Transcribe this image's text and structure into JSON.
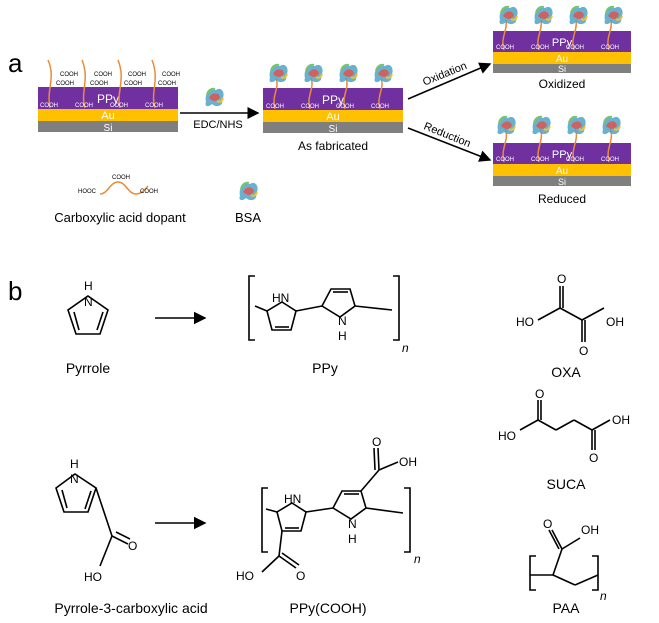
{
  "panel_a": {
    "label": "a",
    "layers": {
      "ppy": "PPy",
      "au": "Au",
      "si": "Si"
    },
    "cooh": "COOH",
    "reagent": "EDC/NHS",
    "as_fabricated": "As fabricated",
    "oxidation_arrow": "Oxidation",
    "reduction_arrow": "Reduction",
    "oxidized": "Oxidized",
    "reduced": "Reduced",
    "legend_dopant": "Carboxylic acid dopant",
    "legend_bsa": "BSA",
    "dopant_groups": [
      "HOOC",
      "COOH",
      "COOH"
    ],
    "colors": {
      "ppy": "#7030a0",
      "au": "#ffc000",
      "si": "#7f7f7f",
      "chain": "#e88b3c"
    }
  },
  "panel_b": {
    "label": "b",
    "pyrrole": "Pyrrole",
    "ppy": "PPy",
    "pyrrole_cooh": "Pyrrole-3-carboxylic acid",
    "ppy_cooh": "PPy(COOH)",
    "oxa": "OXA",
    "suca": "SUCA",
    "paa": "PAA",
    "atoms": {
      "h": "H",
      "nh": "NH",
      "hn": "HN",
      "oh": "OH",
      "ho": "HO",
      "o": "O",
      "n": "N",
      "sub_n": "n"
    }
  }
}
